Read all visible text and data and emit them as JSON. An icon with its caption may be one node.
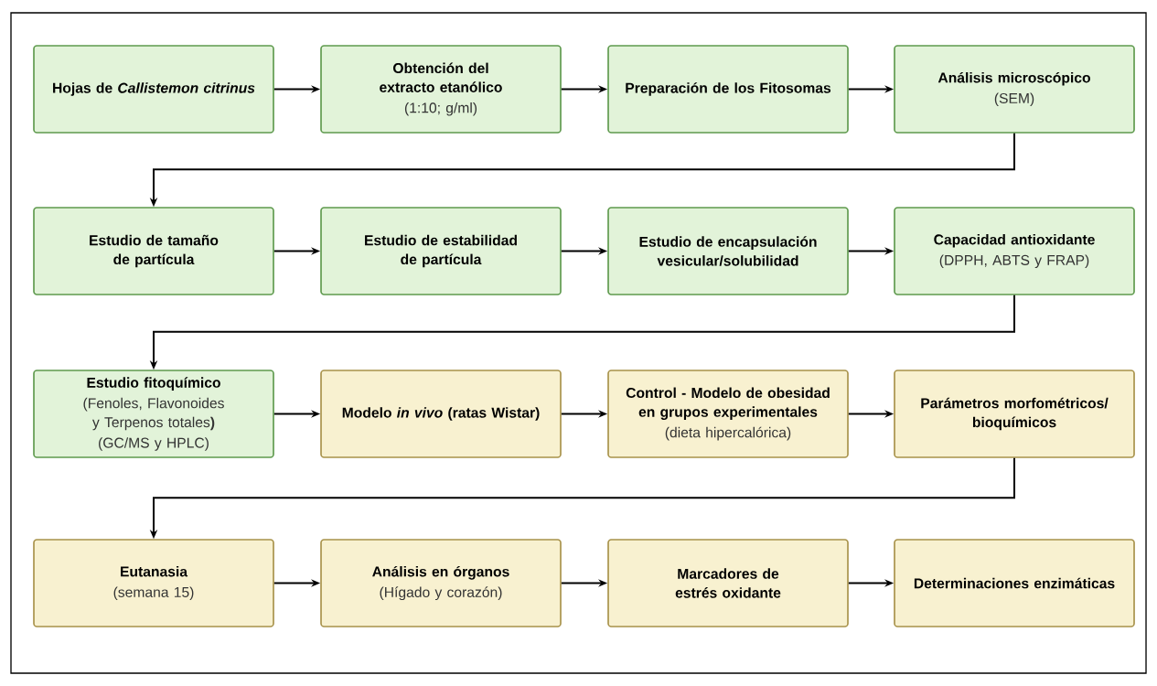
{
  "diagram": {
    "nodes": [
      {
        "text": [
          "Hojas de *Callistemon citrinus*"
        ]
      },
      {
        "text": [
          "Obtención del extracto etanólico",
          "(1:10; g/ml)"
        ]
      },
      {
        "text": [
          "Preparación de los Fitosomas"
        ]
      },
      {
        "text": [
          "Análisis microscópico",
          "(SEM)"
        ]
      },
      {
        "text": [
          "Estudio de tamaño de partícula"
        ]
      },
      {
        "text": [
          "Estudio de estabilidad de partícula"
        ]
      },
      {
        "text": [
          "Estudio de encapsulación vesicular/solubilidad"
        ]
      },
      {
        "text": [
          "Capacidad antioxidante",
          "(DPPH, ABTS y FRAP)"
        ]
      },
      {
        "text": [
          "Estudio fitoquímico",
          "(Fenoles, Flavonoides y Terpenos totales**)**",
          "(GC/MS y HPLC)"
        ]
      },
      {
        "text": [
          "Modelo *in vivo* (ratas Wistar)"
        ]
      },
      {
        "text": [
          "Control - Modelo de obesidad en grupos experimentales",
          "(dieta hipercalórica)"
        ]
      },
      {
        "text": [
          "Parámetros morfométricos/ bioquímicos"
        ]
      },
      {
        "text": [
          "Eutanasia",
          "(semana 15)"
        ]
      },
      {
        "text": [
          "Análisis en órganos",
          "(Hígado y corazón)"
        ]
      },
      {
        "text": [
          "Marcadores de estrés oxidante"
        ]
      },
      {
        "text": [
          "Determinaciones enzimáticas"
        ]
      }
    ],
    "edges": [
      {
        "from": 0,
        "to": 1,
        "arrow": "to"
      },
      {
        "from": 1,
        "to": 2,
        "arrow": "to"
      },
      {
        "from": 2,
        "to": 3,
        "arrow": "to"
      },
      {
        "from": 3,
        "to": 4,
        "arrow": "to"
      },
      {
        "from": 4,
        "to": 5,
        "arrow": "to"
      },
      {
        "from": 5,
        "to": 6,
        "arrow": "to"
      },
      {
        "from": 6,
        "to": 7,
        "arrow": "to"
      },
      {
        "from": 7,
        "to": 8,
        "arrow": "to"
      },
      {
        "from": 8,
        "to": 9,
        "arrow": "to"
      },
      {
        "from": 9,
        "to": 10,
        "arrow": "to"
      },
      {
        "from": 10,
        "to": 11,
        "arrow": "to"
      },
      {
        "from": 11,
        "to": 12,
        "arrow": "to"
      },
      {
        "from": 12,
        "to": 13,
        "arrow": "to"
      },
      {
        "from": 13,
        "to": 14,
        "arrow": "to"
      },
      {
        "from": 14,
        "to": 15,
        "arrow": "to"
      }
    ]
  }
}
